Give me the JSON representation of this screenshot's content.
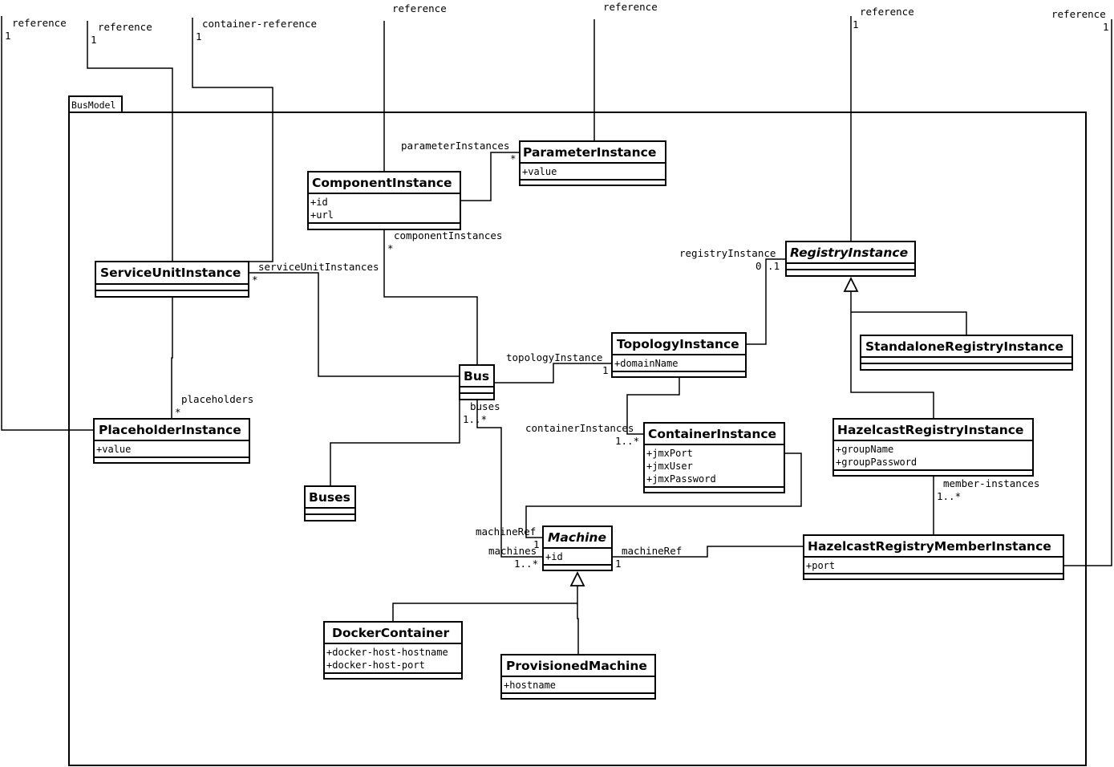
{
  "package": {
    "name": "BusModel"
  },
  "classes": {
    "parameter_instance": {
      "name": "ParameterInstance",
      "attributes": [
        "+value"
      ]
    },
    "component_instance": {
      "name": "ComponentInstance",
      "attributes": [
        "+id",
        "+url"
      ]
    },
    "service_unit_instance": {
      "name": "ServiceUnitInstance",
      "attributes": []
    },
    "placeholder_instance": {
      "name": "PlaceholderInstance",
      "attributes": [
        "+value"
      ]
    },
    "bus": {
      "name": "Bus",
      "attributes": []
    },
    "buses": {
      "name": "Buses",
      "attributes": []
    },
    "topology_instance": {
      "name": "TopologyInstance",
      "attributes": [
        "+domainName"
      ]
    },
    "registry_instance": {
      "name": "RegistryInstance",
      "abstract": true,
      "attributes": []
    },
    "standalone_registry_instance": {
      "name": "StandaloneRegistryInstance",
      "attributes": []
    },
    "hazelcast_registry_instance": {
      "name": "HazelcastRegistryInstance",
      "attributes": [
        "+groupName",
        "+groupPassword"
      ]
    },
    "container_instance": {
      "name": "ContainerInstance",
      "attributes": [
        "+jmxPort",
        "+jmxUser",
        "+jmxPassword"
      ]
    },
    "machine": {
      "name": "Machine",
      "abstract": true,
      "attributes": [
        "+id"
      ]
    },
    "hazelcast_registry_member_instance": {
      "name": "HazelcastRegistryMemberInstance",
      "attributes": [
        "+port"
      ]
    },
    "docker_container": {
      "name": "DockerContainer",
      "attributes": [
        "+docker-host-hostname",
        "+docker-host-port"
      ]
    },
    "provisioned_machine": {
      "name": "ProvisionedMachine",
      "attributes": [
        "+hostname"
      ]
    }
  },
  "labels": {
    "ref_left_1": "reference",
    "ref_left_1_mult": "1",
    "ref_left_2": "reference",
    "ref_left_2_mult": "1",
    "container_reference": "container-reference",
    "container_reference_mult": "1",
    "ref_top_component": "reference",
    "ref_top_parameter": "reference",
    "ref_top_registry": "reference",
    "ref_top_registry_mult": "1",
    "ref_top_right": "reference",
    "ref_top_right_mult": "1",
    "parameter_instances": "parameterInstances",
    "parameter_instances_mult": "*",
    "component_instances": "componentInstances",
    "component_instances_mult": "*",
    "service_unit_instances": "serviceUnitInstances",
    "service_unit_instances_mult": "*",
    "placeholders": "placeholders",
    "placeholders_mult": "*",
    "registry_instance_role": "registryInstance",
    "registry_instance_mult": "0 .1",
    "topology_instance_role": "topologyInstance",
    "topology_instance_mult": "1",
    "buses_role": "buses",
    "buses_mult": "1..*",
    "container_instances": "containerInstances",
    "container_instances_mult": "1..*",
    "member_instances": "member-instances",
    "member_instances_mult": "1..*",
    "machine_ref_container": "machineRef",
    "machine_ref_container_mult": "1",
    "machines": "machines",
    "machines_mult": "1..*",
    "machine_ref_member": "machineRef",
    "machine_ref_member_mult": "1"
  }
}
